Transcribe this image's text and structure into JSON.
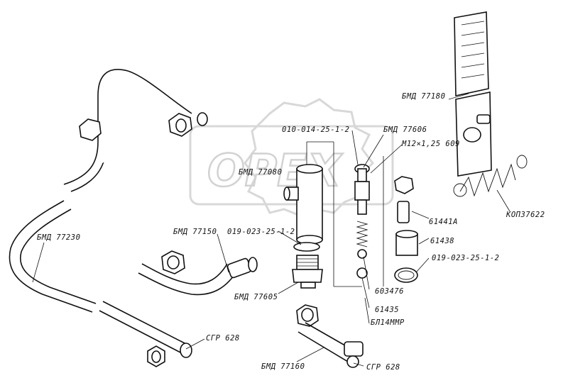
{
  "watermark": {
    "text": "OPEX"
  },
  "labels": {
    "bmd77180": "БМД 77180",
    "pin_010": "010-014-25-1-2",
    "bmd77606": "БМД 77606",
    "m12": "М12×1,25 609",
    "bmd77080": "БМД 77080",
    "kop37622": "КОП37622",
    "b1441a": "61441А",
    "b1438": "61438",
    "ring_019_r": "019-023-25-1-2",
    "bmd77230": "БМД 77230",
    "bmd77150": "БМД 77150",
    "ring_019_l": "019-023-25-1-2",
    "b03476": "603476",
    "b1435": "61435",
    "bl14mmr": "БЛ14ММР",
    "bmd77605": "БМД 77605",
    "sgr628_top": "СГР 628",
    "bmd77160": "БМД 77160",
    "sgr628_bot": "СГР 628"
  }
}
